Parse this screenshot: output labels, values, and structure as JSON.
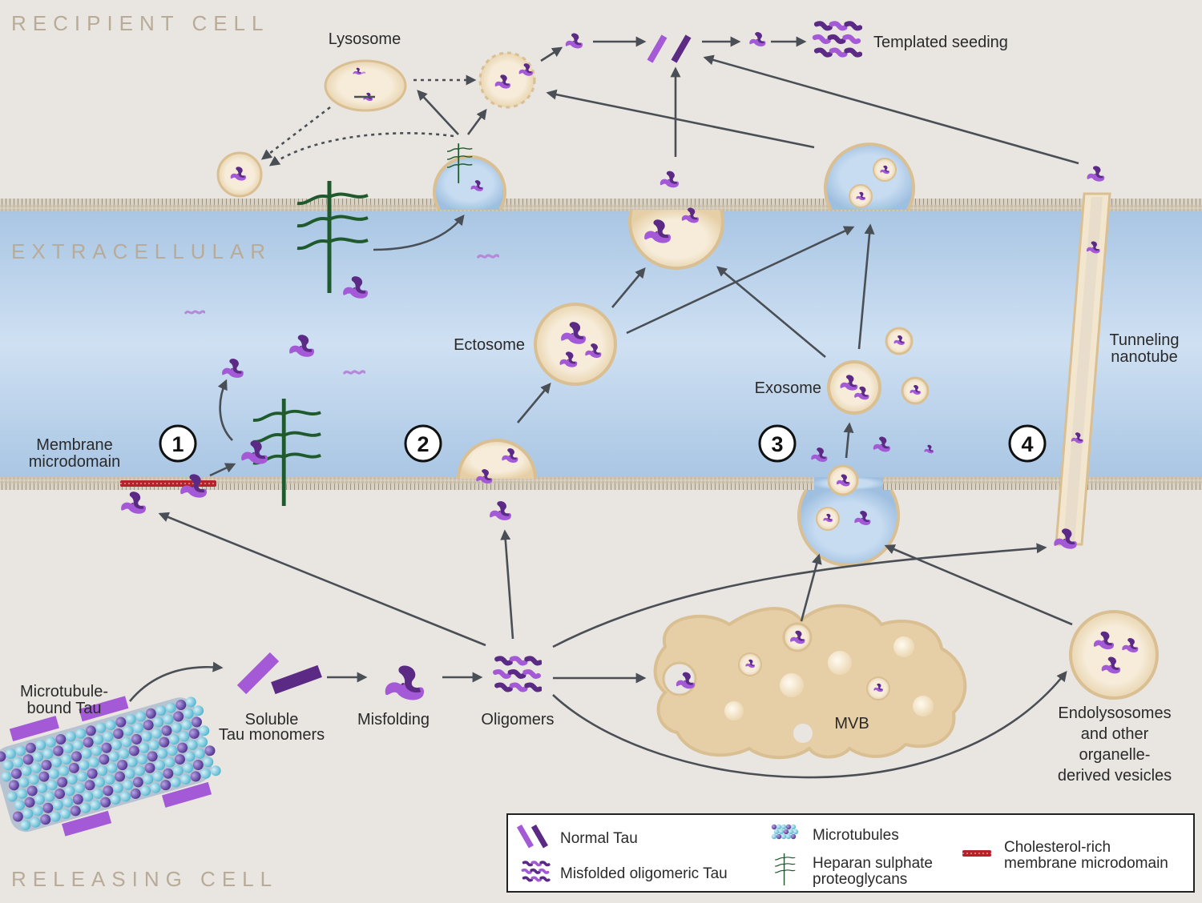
{
  "zones": {
    "recipient": "RECIPIENT CELL",
    "extracellular": "EXTRACELLULAR",
    "releasing": "RELEASING CELL"
  },
  "labels": {
    "lysosome": "Lysosome",
    "templated_seeding": "Templated seeding",
    "ectosome": "Ectosome",
    "exosome": "Exosome",
    "tunneling_1": "Tunneling",
    "tunneling_2": "nanotube",
    "membrane_1": "Membrane",
    "membrane_2": "microdomain",
    "microtubule_1": "Microtubule-",
    "microtubule_2": "bound Tau",
    "soluble_1": "Soluble",
    "soluble_2": "Tau monomers",
    "misfolding": "Misfolding",
    "oligomers": "Oligomers",
    "mvb": "MVB",
    "endo_1": "Endolysosomes",
    "endo_2": "and other",
    "endo_3": "organelle-",
    "endo_4": "derived vesicles"
  },
  "steps": [
    "1",
    "2",
    "3",
    "4"
  ],
  "legend": {
    "normal_tau": "Normal Tau",
    "misfolded_tau": "Misfolded oligomeric Tau",
    "microtubules": "Microtubules",
    "hspg_1": "Heparan sulphate",
    "hspg_2": "proteoglycans",
    "chol_1": "Cholesterol-rich",
    "chol_2": "membrane microdomain"
  },
  "colors": {
    "background": "#e9e6e2",
    "extracellular": "#bcd4ec",
    "vesicle_fill": "#f3e6cf",
    "vesicle_rim": "#d9bf92",
    "tau_light": "#a45ad6",
    "tau_dark": "#5a2a85",
    "hspg": "#1f5a2c",
    "microdomain": "#b5222a",
    "arrow": "#4a4f55"
  }
}
